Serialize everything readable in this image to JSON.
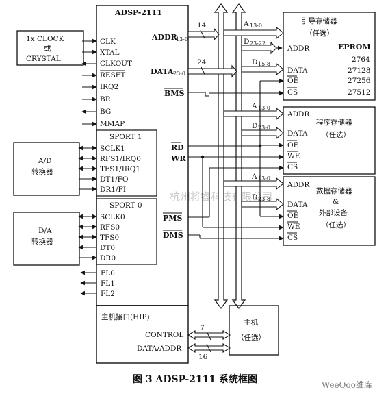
{
  "caption": "图 3 ADSP-2111 系统框图",
  "watermark": "杭州将睿科技有限公司",
  "logo": "WeeQoo维库",
  "main": {
    "title": "ADSP-2111",
    "left_pins": [
      "CLK",
      "XTAL",
      "CLKOUT",
      "RESET",
      "IRQ2",
      "BR",
      "BG",
      "MMAP"
    ],
    "addr_label": "ADDR",
    "addr_sub": "13-0",
    "data_label": "DATA",
    "data_sub": "23-0",
    "bms_label": "BMS",
    "rd_label": "RD",
    "wr_label": "WR",
    "pms_label": "PMS",
    "dms_label": "DMS",
    "flags": [
      "FL0",
      "FL1",
      "FL2"
    ],
    "host_title": "主机接口(HIP)",
    "host_control": "CONTROL",
    "host_data": "DATA/ADDR"
  },
  "sport1": {
    "title": "SPORT 1",
    "pins": [
      "SCLK1",
      "RFS1/IRQ0",
      "TFS1/IRQ1",
      "DT1/FO",
      "DR1/FI"
    ]
  },
  "sport0": {
    "title": "SPORT 0",
    "pins": [
      "SCLK0",
      "RFS0",
      "TFS0",
      "DT0",
      "DR0"
    ]
  },
  "clock_box": {
    "line1": "1x CLOCK",
    "line2": "或",
    "line3": "CRYSTAL"
  },
  "ad_box": {
    "line1": "A/D",
    "line2": "转换器"
  },
  "da_box": {
    "line1": "D/A",
    "line2": "转换器"
  },
  "boot_mem": {
    "title1": "引导存储器",
    "title2": "（任选）",
    "pins": [
      "ADDR",
      "DATA",
      "OE",
      "CS"
    ],
    "eprom_title": "EPROM",
    "eprom_list": [
      "2764",
      "27128",
      "27256",
      "27512"
    ]
  },
  "prog_mem": {
    "pins": [
      "ADDR",
      "DATA",
      "OE",
      "WE",
      "CS"
    ],
    "title1": "程序存储器",
    "title2": "（任选）"
  },
  "data_mem": {
    "pins": [
      "ADDR",
      "DATA",
      "OE",
      "WE",
      "CS"
    ],
    "title1": "数据存储器",
    "title2": "&",
    "title3": "外部设备",
    "title4": "（任选）"
  },
  "host": {
    "line1": "主机",
    "line2": "（任选）"
  },
  "bus_labels": {
    "addr_width": "14",
    "data_width": "24",
    "ctrl_width": "7",
    "host_data_width": "16",
    "boot_addr": "A",
    "boot_addr_sub": "13-0",
    "boot_data": "D",
    "boot_data_sub": "23-22",
    "boot_data2": "D",
    "boot_data2_sub": "15-8",
    "prog_addr": "A",
    "prog_addr_sub": "13-0",
    "prog_data": "D",
    "prog_data_sub": "23-0",
    "dm_addr": "A",
    "dm_addr_sub": "13-0",
    "dm_data": "D",
    "dm_data_sub": "23-8"
  },
  "colors": {
    "ink": "#111111",
    "paper": "#ffffff",
    "watermark": "#c8c8c8"
  }
}
